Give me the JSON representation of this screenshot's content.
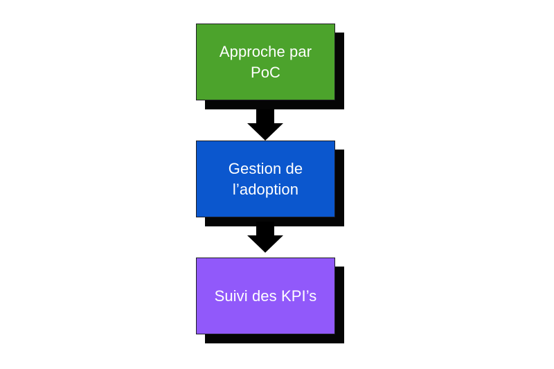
{
  "diagram": {
    "title": "",
    "type": "vertical-flowchart",
    "background_color": "#ffffff",
    "text_color": "#ffffff",
    "shadow_color": "#050505",
    "arrow_color": "#000000",
    "nodes": [
      {
        "id": "poc",
        "label": "Approche par\nPoC",
        "order": 1,
        "fill_color": "#4CA32C",
        "border_color": "#1c1c22"
      },
      {
        "id": "adoption",
        "label": "Gestion de\nl’adoption",
        "order": 2,
        "fill_color": "#0B57CE",
        "border_color": "#1c1c22"
      },
      {
        "id": "kpi",
        "label": "Suivi des KPI’s",
        "order": 3,
        "fill_color": "#9159FA",
        "border_color": "#1c1c22"
      }
    ],
    "connectors": [
      {
        "id": "arrow-1",
        "from": "poc",
        "to": "adoption",
        "direction": "down"
      },
      {
        "id": "arrow-2",
        "from": "adoption",
        "to": "kpi",
        "direction": "down"
      }
    ]
  }
}
